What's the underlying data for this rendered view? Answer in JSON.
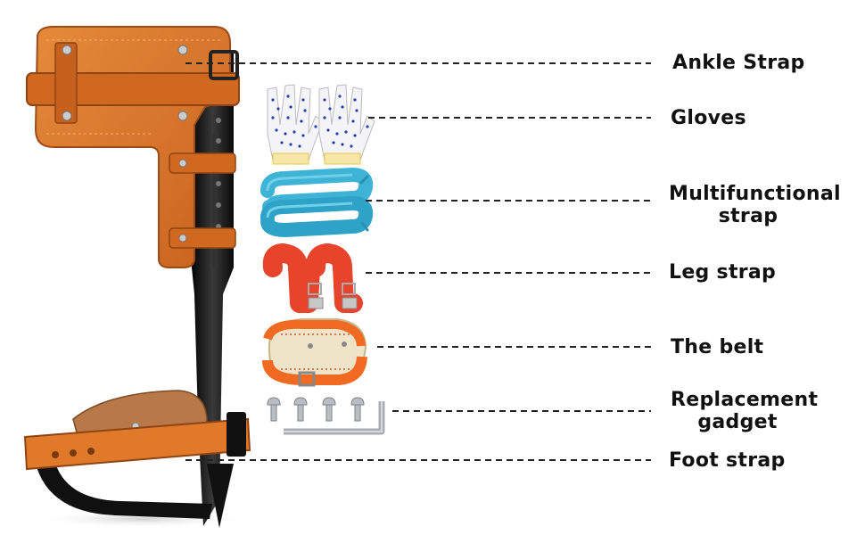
{
  "labels": {
    "ankle_strap": "Ankle Strap",
    "gloves": "Gloves",
    "multifunctional_line1": "Multifunctional",
    "multifunctional_line2": "strap",
    "leg_strap": "Leg strap",
    "belt": "The belt",
    "replacement_line1": "Replacement",
    "replacement_line2": "gadget",
    "foot_strap": "Foot strap"
  },
  "colors": {
    "leather": "#d8742a",
    "leather_dark": "#a8521a",
    "steel": "#1b1b1b",
    "gloves": "#f4f4f6",
    "glove_dots": "#2a3fb0",
    "blue_strap": "#3fb3d6",
    "red_strap": "#e8432b",
    "belt_orange": "#f06a22",
    "belt_cream": "#efe3c8",
    "metal": "#b9bec4"
  }
}
